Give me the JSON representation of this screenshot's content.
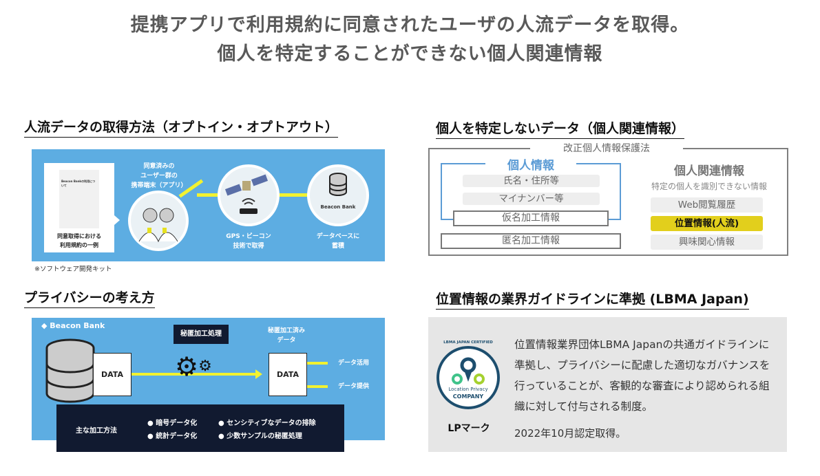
{
  "title": {
    "line1": "提携アプリで利用規約に同意されたユーザの人流データを取得。",
    "line2": "個人を特定することができない個人関連情報"
  },
  "section1": {
    "heading": "人流データの取得方法（オプトイン・オプトアウト）",
    "doc_caption": "同意取得における\n利用規約の一例",
    "doc_title": "Beacon Bankの利用について",
    "users_label": "同意済みの\nユーザー群の\n携帯端末（アプリ）",
    "gps_label": "GPS・ビーコン\n技術で取得",
    "db_label": "データベースに\n蓄積",
    "brand": "Beacon Bank",
    "footnote": "※ソフトウェア開発キット",
    "panel_color": "#5dade2",
    "line_color": "#f2f230"
  },
  "section2": {
    "heading": "個人を特定しないデータ（個人関連情報）",
    "law": "改正個人情報保護法",
    "personal_info": "個人情報",
    "personal_items": [
      "氏名・住所等",
      "マイナンバー等"
    ],
    "pseudonymized": "仮名加工情報",
    "anonymized": "匿名加工情報",
    "related_title": "個人関連情報",
    "related_sub": "特定の個人を識別できない情報",
    "related_items": [
      "Web閲覧履歴",
      "位置情報(人流)",
      "興味関心情報"
    ],
    "highlight_color": "#e2cf1c",
    "personal_color": "#5b9bd5"
  },
  "section3": {
    "heading": "プライバシーの考え方",
    "brand": "Beacon Bank",
    "process_label": "秘匿加工処理",
    "processed_label": "秘匿加工済み\nデータ",
    "data_left": "DATA",
    "data_right": "DATA",
    "out1": "データ活用",
    "out2": "データ提供",
    "methods_title": "主な加工方法",
    "methods": [
      "暗号データ化",
      "統計データ化",
      "センシティブなデータの排除",
      "少数サンプルの秘匿処理"
    ]
  },
  "section4": {
    "heading": "位置情報の業界ガイドラインに準拠 (LBMA Japan)",
    "badge_top": "LBMA JAPAN CERTIFIED",
    "badge_mid": "Location Privacy",
    "badge_bottom": "COMPANY",
    "mark_label": "LPマーク",
    "body": "位置情報業界団体LBMA Japanの共通ガイドラインに準拠し、プライバシーに配慮した適切なガバナンスを行っていることが、客観的な審査により認められる組織に対して付与される制度。",
    "acquired": "2022年10月認定取得。"
  }
}
